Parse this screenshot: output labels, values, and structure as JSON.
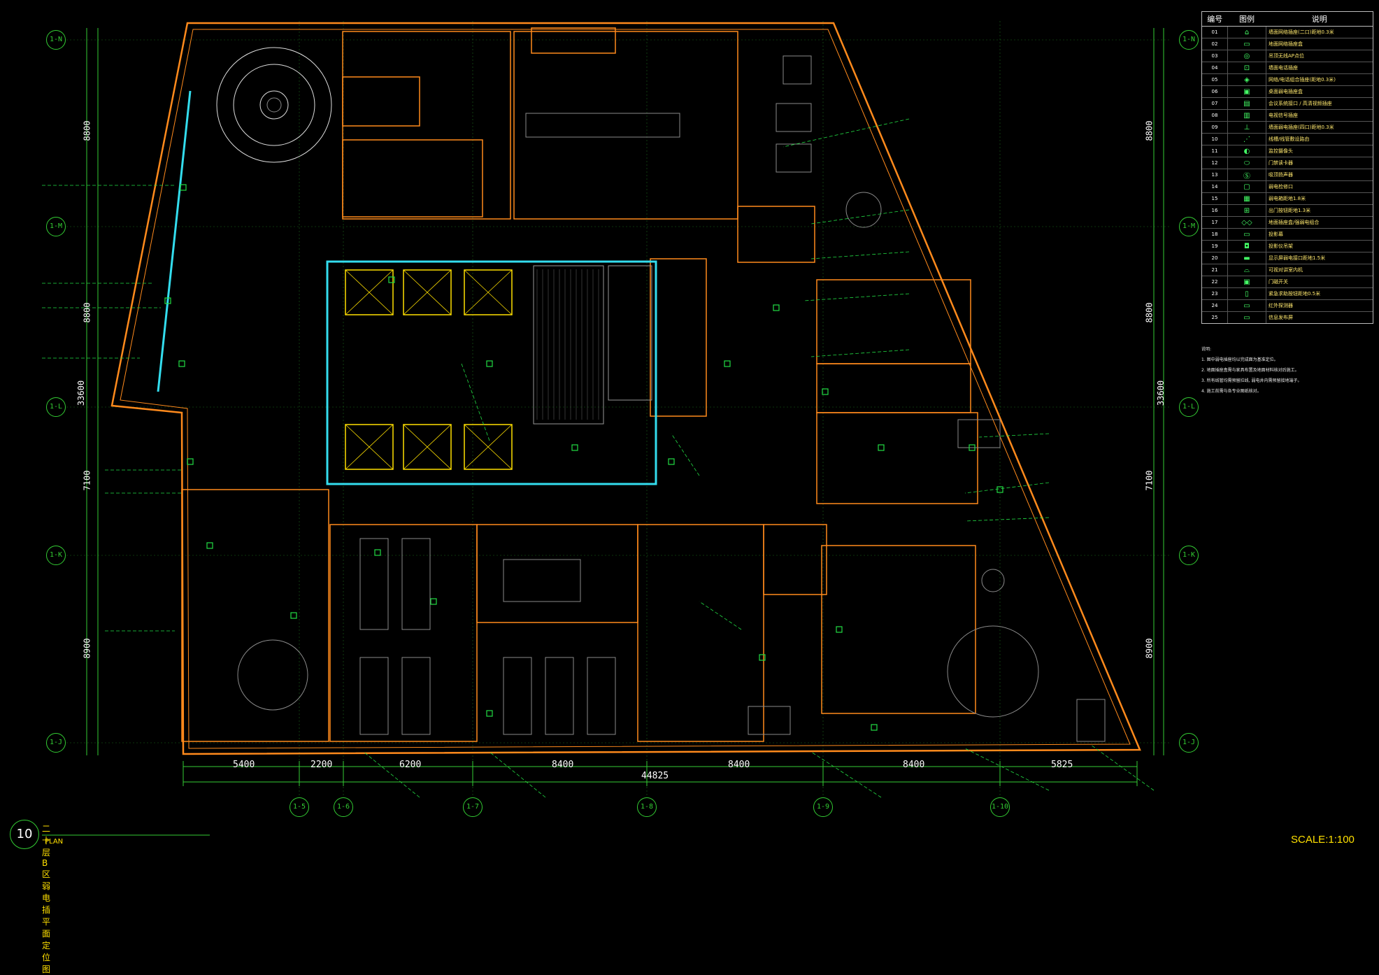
{
  "colors": {
    "wall": "#ff8a1c",
    "grid": "#33cc33",
    "annotation": "#ffe86e",
    "leader": "#22dd44",
    "core": "#33ddee",
    "furniture": "#8a8a8a",
    "dimension": "#ffffff"
  },
  "drawing": {
    "title": "二十层B区弱电插平面定位图",
    "subtitle": "PLAN",
    "sheet_number": "10",
    "scale": "SCALE:1:100"
  },
  "dimensions": {
    "bottom": [
      "5400",
      "2200",
      "6200",
      "8400",
      "8400",
      "8400",
      "5825"
    ],
    "bottom_total": "44825",
    "left": [
      "8800",
      "8800",
      "7100",
      "8900"
    ],
    "left_total": "33600",
    "right": [
      "8800",
      "8800",
      "7100",
      "8900"
    ],
    "right_total": "33600"
  },
  "grid_labels": {
    "left": [
      "1-N",
      "1-M",
      "1-L",
      "1-K",
      "1-J"
    ],
    "right": [
      "1-N",
      "1-M",
      "1-L",
      "1-K",
      "1-J"
    ],
    "bottom": [
      "1-5",
      "1-6",
      "1-7",
      "1-8",
      "1-9",
      "1-10"
    ]
  },
  "legend": {
    "headers": [
      "编号",
      "图例",
      "说明"
    ],
    "rows": [
      {
        "no": "01",
        "sym": "⌂",
        "desc": "墙面网络插座(二口)距地0.3米"
      },
      {
        "no": "02",
        "sym": "▭",
        "desc": "地面网络插座盒"
      },
      {
        "no": "03",
        "sym": "◎",
        "desc": "吊顶无线AP点位"
      },
      {
        "no": "04",
        "sym": "⊡",
        "desc": "墙面电话插座"
      },
      {
        "no": "05",
        "sym": "◈",
        "desc": "网络/电话组合插座(距地0.3米)"
      },
      {
        "no": "06",
        "sym": "▣",
        "desc": "桌面弱电插座盒"
      },
      {
        "no": "07",
        "sym": "▤",
        "desc": "会议系统接口 / 高清视频插座"
      },
      {
        "no": "08",
        "sym": "▥",
        "desc": "电视信号插座"
      },
      {
        "no": "09",
        "sym": "⊥",
        "desc": "墙面弱电插座(四口)距地0.3米"
      },
      {
        "no": "10",
        "sym": "⋰",
        "desc": "线槽/线管敷设路由"
      },
      {
        "no": "11",
        "sym": "◐",
        "desc": "监控摄像头"
      },
      {
        "no": "12",
        "sym": "⬭",
        "desc": "门禁读卡器"
      },
      {
        "no": "13",
        "sym": "Ⓢ",
        "desc": "吸顶扬声器"
      },
      {
        "no": "14",
        "sym": "▢",
        "desc": "弱电检修口"
      },
      {
        "no": "15",
        "sym": "▦",
        "desc": "弱电箱距地1.8米"
      },
      {
        "no": "16",
        "sym": "⊞",
        "desc": "出门按钮距地1.3米"
      },
      {
        "no": "17",
        "sym": "◇◇",
        "desc": "地面插座盒/强弱电组合"
      },
      {
        "no": "18",
        "sym": "▭",
        "desc": "投影幕"
      },
      {
        "no": "19",
        "sym": "◘",
        "desc": "投影仪吊架"
      },
      {
        "no": "20",
        "sym": "▬",
        "desc": "显示屏弱电接口距地1.5米"
      },
      {
        "no": "21",
        "sym": "⌓",
        "desc": "可视对讲室内机"
      },
      {
        "no": "22",
        "sym": "▣",
        "desc": "门磁开关"
      },
      {
        "no": "23",
        "sym": "▯",
        "desc": "紧急求助按钮距地0.5米"
      },
      {
        "no": "24",
        "sym": "▭",
        "desc": "红外探测器"
      },
      {
        "no": "25",
        "sym": "▭",
        "desc": "信息发布屏"
      }
    ]
  },
  "notes": [
    "说明:",
    "1. 图中弱电插座均以完成面为基准定位。",
    "2. 地面插座盒需与家具布置及地面材料核对后施工。",
    "3. 所有线管均需预留拉线, 弱电井内需预留接地端子。",
    "4. 施工前需与各专业图纸核对。"
  ]
}
